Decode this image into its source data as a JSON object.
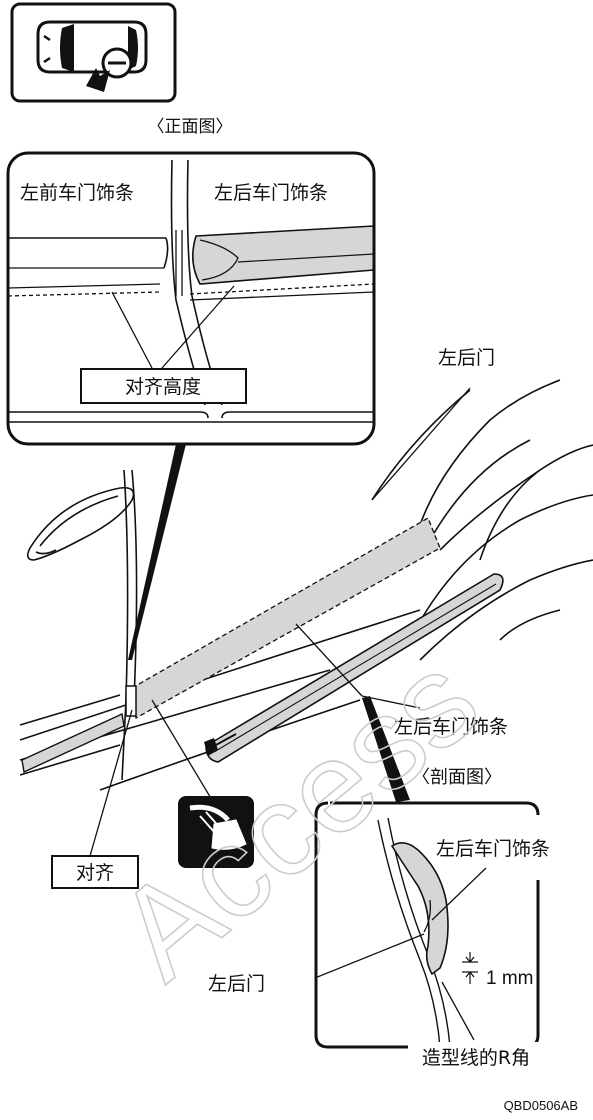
{
  "front_view": {
    "title": "〈正面图〉",
    "left_front_trim": "左前车门饰条",
    "left_rear_trim": "左后车门饰条",
    "align_height": "对齐高度"
  },
  "main_view": {
    "left_rear_door": "左后门",
    "left_rear_trim": "左后车门饰条",
    "align": "对齐",
    "watermark": "Access"
  },
  "section_view": {
    "title": "〈剖面图〉",
    "left_rear_trim": "左后车门饰条",
    "left_rear_door": "左后门",
    "gap": "1 mm",
    "r_corner": "造型线的R角"
  },
  "figure_code": "QBD0506AB",
  "colors": {
    "ink": "#111111",
    "trim_fill": "#d6d6d6",
    "watermark": "#c8c8c8"
  }
}
